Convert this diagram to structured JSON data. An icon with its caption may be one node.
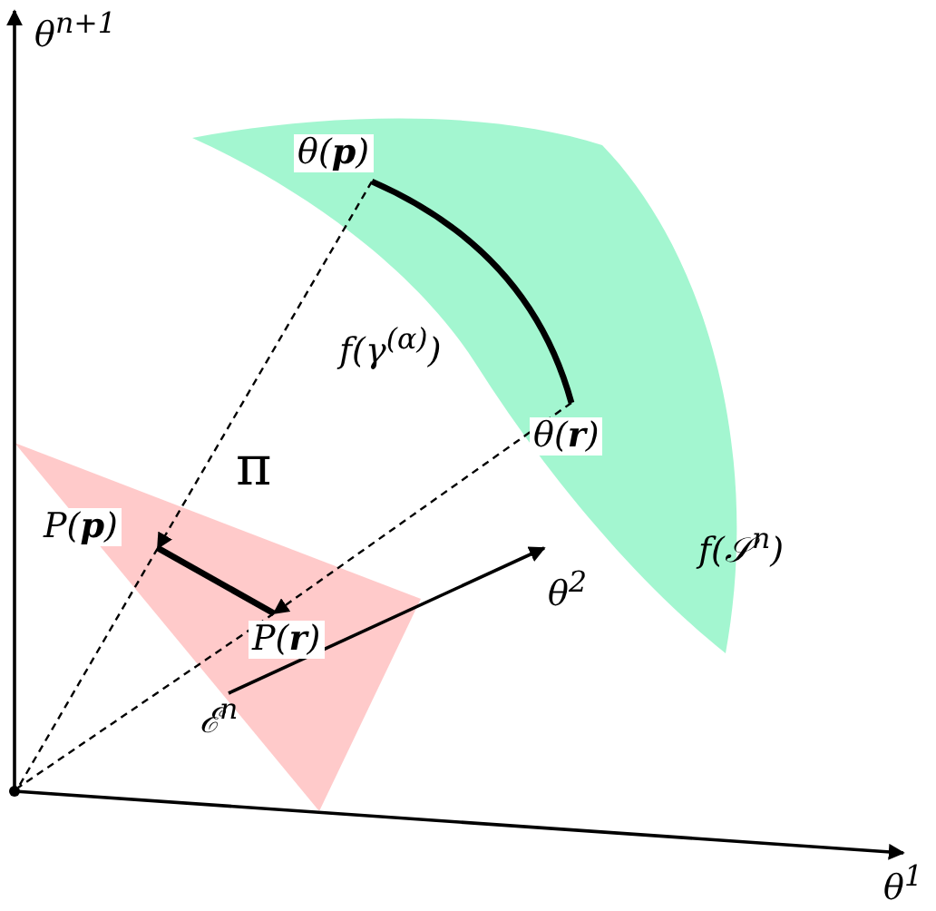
{
  "diagram": {
    "nodes": [
      {
        "text": [
          "f(𝒮$^{n}$)"
        ]
      },
      {
        "text": [
          "θ(**p**)"
        ],
        "in": 0
      },
      {
        "text": [
          "θ(**r**)"
        ],
        "in": 0
      },
      {
        "text": [
          "ℰ$^{n}$"
        ]
      },
      {
        "text": [
          "P(**p**)"
        ]
      },
      {
        "text": [
          "P(**r**)"
        ],
        "in": 3
      },
      {
        "text": [],
        "shape": "point"
      }
    ],
    "edges": [
      {
        "from": 1,
        "to": 4,
        "arrow": "to",
        "style": "dashed"
      },
      {
        "from": 4,
        "to": 6,
        "arrow": "none",
        "style": "dashed"
      },
      {
        "from": 2,
        "to": 5,
        "arrow": "to",
        "style": "dashed"
      },
      {
        "from": 5,
        "to": 6,
        "arrow": "none",
        "style": "dashed"
      },
      {
        "from": 1,
        "to": 2,
        "arrow": "none",
        "style": "thick",
        "label": "f(γ$^{(α)}$)"
      },
      {
        "from": 4,
        "to": 5,
        "arrow": "none",
        "style": "thick"
      }
    ],
    "labels": [
      "θ$^{n+1}$",
      "π",
      "θ$^{2}$",
      "θ$^{1}$"
    ]
  }
}
